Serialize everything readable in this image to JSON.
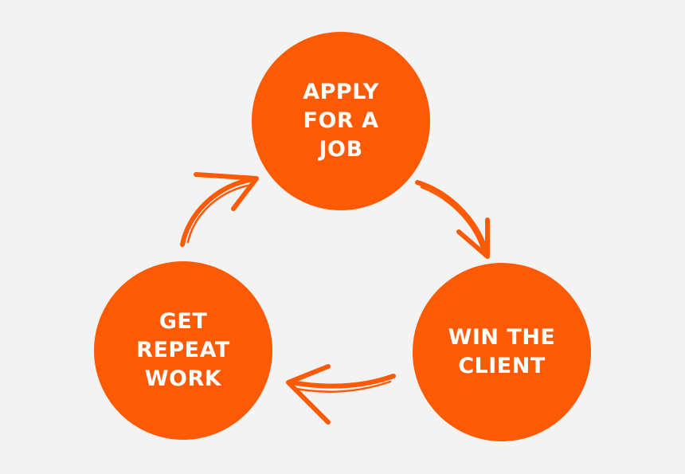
{
  "colors": {
    "background": "#f3f3f3",
    "circle": "#fd5a05",
    "arrow": "#fd5a05",
    "text": "#ffffff"
  },
  "cycle": {
    "nodes": [
      {
        "id": "apply",
        "lines": [
          "APPLY",
          "FOR A",
          "JOB"
        ]
      },
      {
        "id": "win",
        "lines": [
          "WIN THE",
          "CLIENT"
        ]
      },
      {
        "id": "get",
        "lines": [
          "GET",
          "REPEAT",
          "WORK"
        ]
      }
    ],
    "arrows": [
      {
        "from": "apply",
        "to": "win"
      },
      {
        "from": "win",
        "to": "get"
      },
      {
        "from": "get",
        "to": "apply"
      }
    ]
  }
}
